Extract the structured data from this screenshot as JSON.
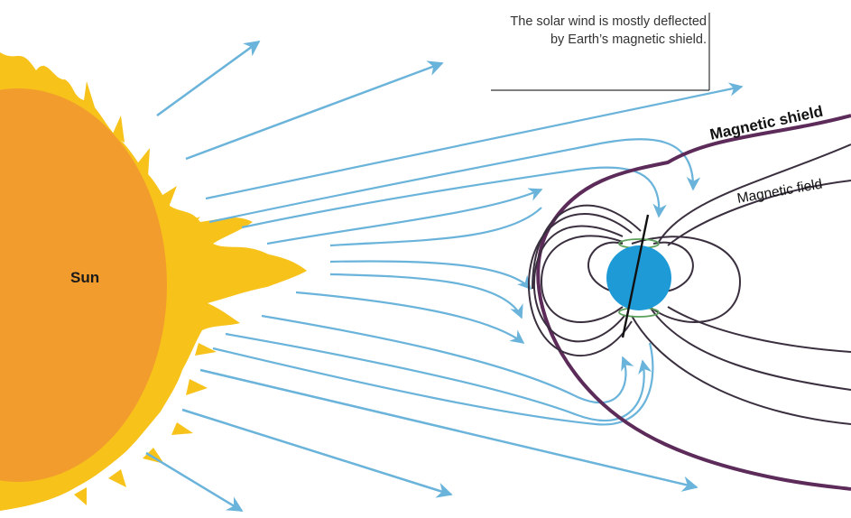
{
  "caption": "The solar wind is mostly deflected by Earth’s magnetic shield.",
  "labels": {
    "sun": "Sun",
    "magnetic_shield": "Magnetic shield",
    "magnetic_field": "Magnetic field"
  },
  "colors": {
    "sun_core": "#F39C2E",
    "sun_corona": "#F7C31A",
    "solar_wind": "#6AB3DA",
    "earth": "#1E9BD7",
    "shield": "#5C2B5A",
    "field": "#3A2F3F"
  }
}
